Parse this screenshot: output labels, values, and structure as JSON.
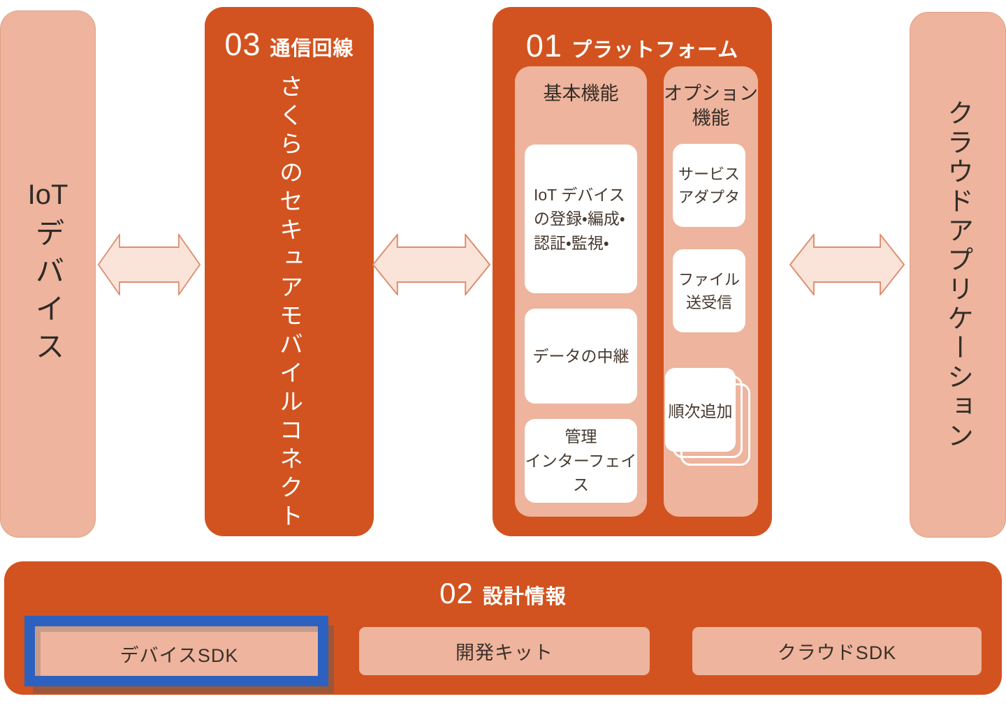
{
  "colors": {
    "orange": "#d2531f",
    "salmon": "#eeb49d",
    "arrow_fill": "#fae4da",
    "arrow_stroke": "#dd8e6f",
    "highlight_blue": "#2d61bf",
    "white": "#ffffff",
    "dark_text": "#3a312a"
  },
  "blocks": {
    "iot_device": {
      "latin": "IoT",
      "kana": "デバイス"
    },
    "line": {
      "number": "03",
      "label": "通信回線",
      "body": "さくらのセキュアモバイルコネクト"
    },
    "platform": {
      "number": "01",
      "label": "プラットフォーム",
      "basic": {
        "title": "基本機能",
        "items": [
          "IoT デバイス\nの登録・編成・\n認証・監視・",
          "データの中継",
          "管理\nインターフェイス"
        ]
      },
      "optional": {
        "title": "オプション\n機能",
        "items": [
          "サービス\nアダプタ",
          "ファイル\n送受信",
          "順次追加"
        ]
      }
    },
    "cloud_app": {
      "body": "クラウドアプリケーション"
    },
    "design_info": {
      "number": "02",
      "label": "設計情報",
      "items": [
        "デバイスSDK",
        "開発キット",
        "クラウドSDK"
      ],
      "highlighted_item": "デバイスSDK"
    }
  }
}
